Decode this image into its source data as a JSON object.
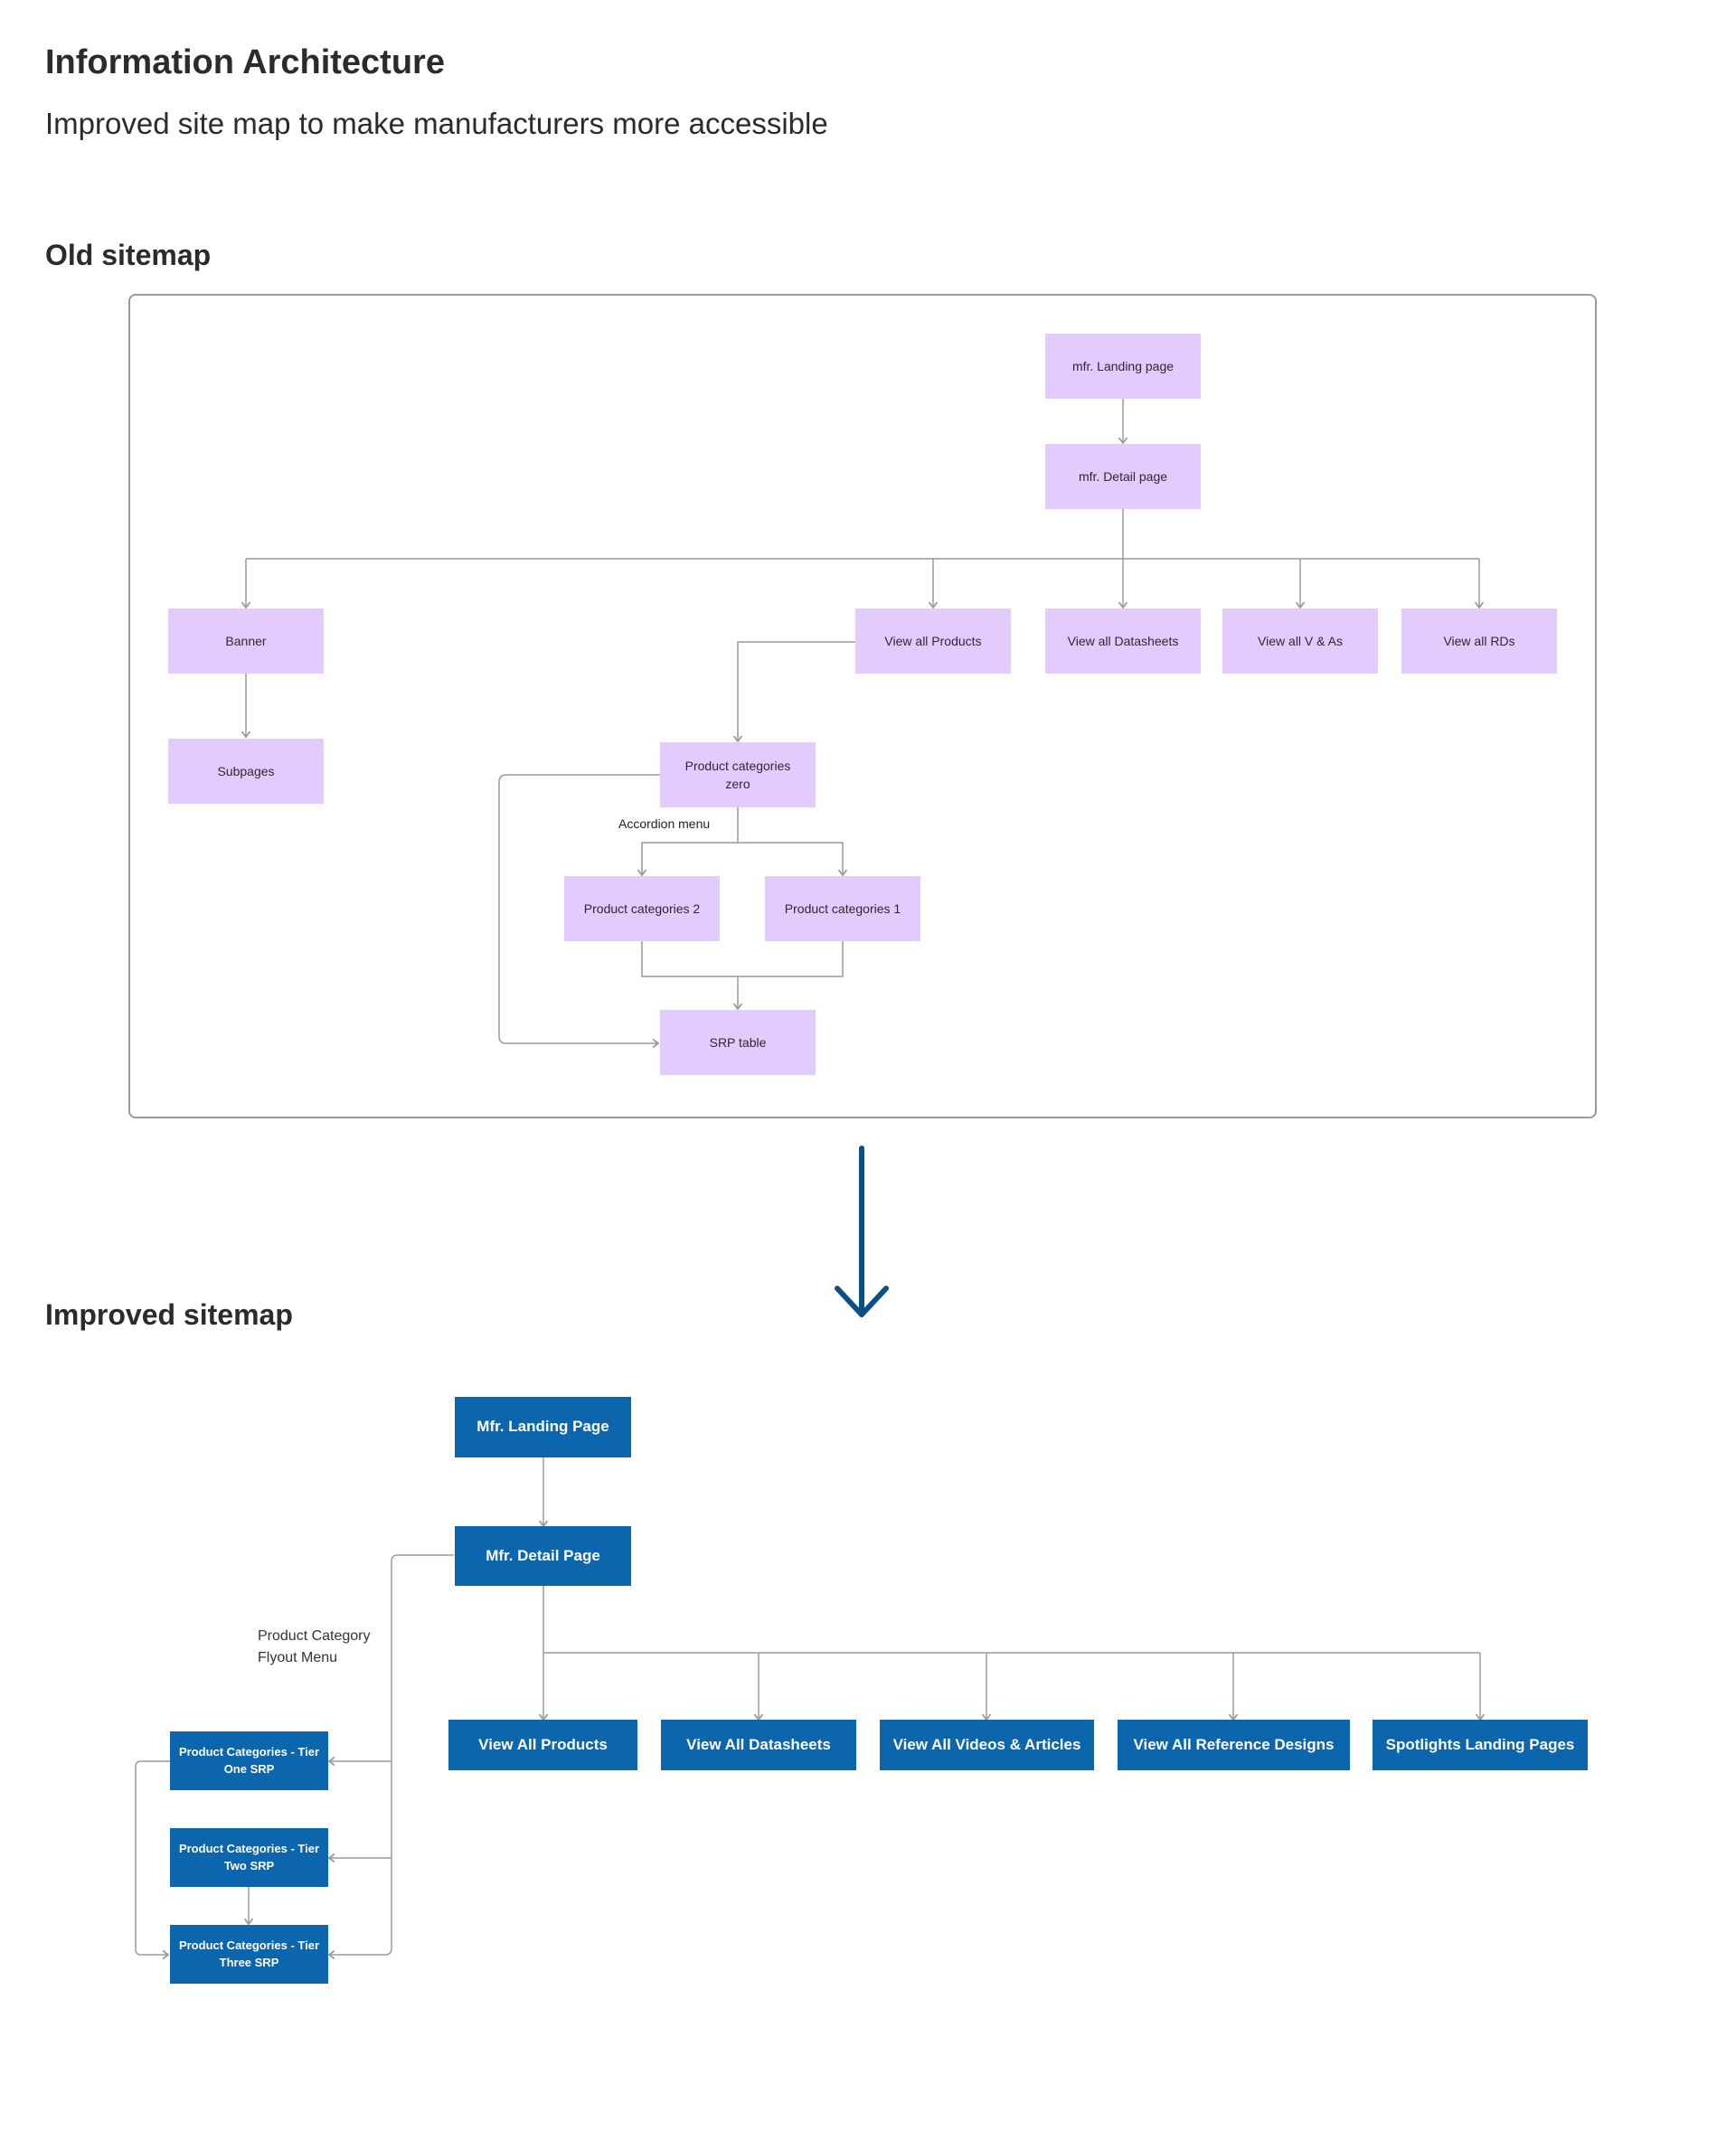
{
  "header": {
    "title": "Information Architecture",
    "subtitle": "Improved site map to make manufacturers more accessible"
  },
  "old_sitemap": {
    "heading": "Old sitemap",
    "nodes": {
      "landing": "mfr. Landing page",
      "detail": "mfr. Detail page",
      "banner": "Banner",
      "subpages": "Subpages",
      "view_products": "View all Products",
      "view_datasheets": "View all Datasheets",
      "view_vas": "View all V & As",
      "view_rds": "View all RDs",
      "cat_zero": "Product categories zero",
      "cat_2": "Product categories 2",
      "cat_1": "Product categories 1",
      "srp": "SRP table"
    },
    "accordion_label": "Accordion menu"
  },
  "improved_sitemap": {
    "heading": "Improved sitemap",
    "nodes": {
      "landing": "Mfr. Landing Page",
      "detail": "Mfr. Detail Page",
      "view_products": "View All Products",
      "view_datasheets": "View All Datasheets",
      "view_videos": "View All Videos & Articles",
      "view_refs": "View All  Reference Designs",
      "spotlights": "Spotlights Landing Pages",
      "tier_one": "Product Categories - Tier One SRP",
      "tier_two": "Product Categories - Tier Two SRP",
      "tier_three": "Product Categories - Tier Three SRP"
    },
    "flyout_label_1": "Product Category",
    "flyout_label_2": "Flyout Menu"
  },
  "colors": {
    "old_node": "#e4cbff",
    "new_node": "#0b66ad",
    "arrow": "#0b4f87",
    "connector": "#9a9a9a"
  }
}
